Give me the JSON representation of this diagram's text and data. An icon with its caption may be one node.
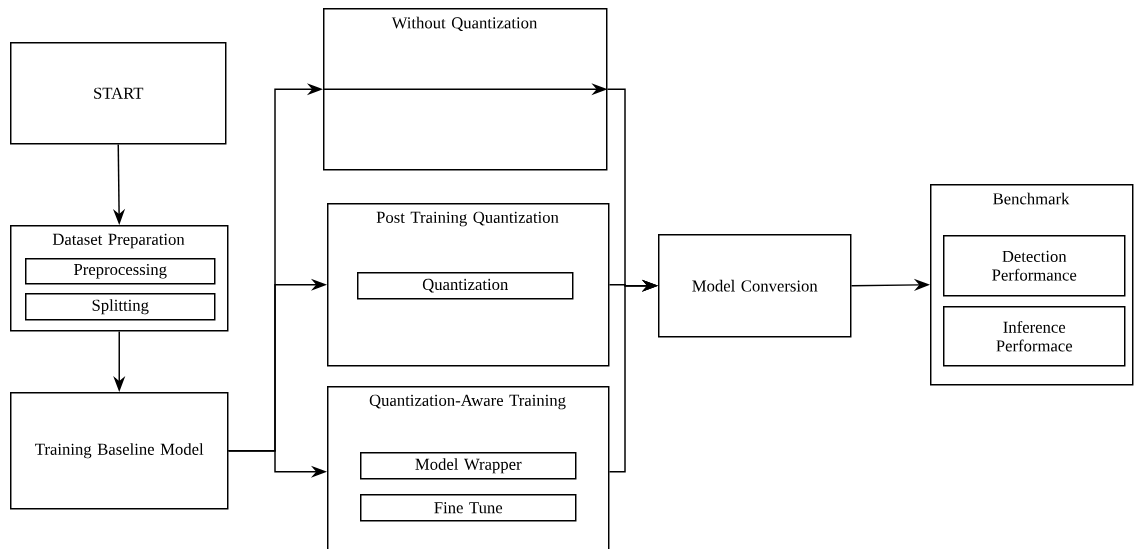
{
  "diagram": {
    "nodes": [
      {
        "text": [
          "START"
        ]
      },
      {
        "text": [
          "Dataset Preparation"
        ]
      },
      {
        "text": [
          "Preprocessing"
        ],
        "in": 1
      },
      {
        "text": [
          "Splitting"
        ],
        "in": 1
      },
      {
        "text": [
          "Training Baseline Model"
        ]
      },
      {
        "text": [
          "Without Quantization"
        ]
      },
      {
        "text": [
          "Post Training Quantization"
        ]
      },
      {
        "text": [
          "Quantization"
        ],
        "in": 6
      },
      {
        "text": [
          "Quantization-Aware Training"
        ]
      },
      {
        "text": [
          "Model Wrapper"
        ],
        "in": 8
      },
      {
        "text": [
          "Fine Tune"
        ],
        "in": 8
      },
      {
        "text": [
          "Model Conversion"
        ]
      },
      {
        "text": [
          "Benchmark"
        ]
      },
      {
        "text": [
          "Detection Performance"
        ],
        "in": 12
      },
      {
        "text": [
          "Inference Performace"
        ],
        "in": 12
      }
    ],
    "edges": [
      {
        "from": 0,
        "to": 1,
        "arrow": "to"
      },
      {
        "from": 1,
        "to": 4,
        "arrow": "to"
      },
      {
        "from": 4,
        "to": 5,
        "arrow": "to"
      },
      {
        "from": 4,
        "to": 6,
        "arrow": "to"
      },
      {
        "from": 4,
        "to": 8,
        "arrow": "to"
      },
      {
        "from": 5,
        "to": 11,
        "arrow": "to"
      },
      {
        "from": 6,
        "to": 11,
        "arrow": "to"
      },
      {
        "from": 8,
        "to": 11,
        "arrow": "to"
      },
      {
        "from": 11,
        "to": 12,
        "arrow": "to"
      }
    ]
  }
}
